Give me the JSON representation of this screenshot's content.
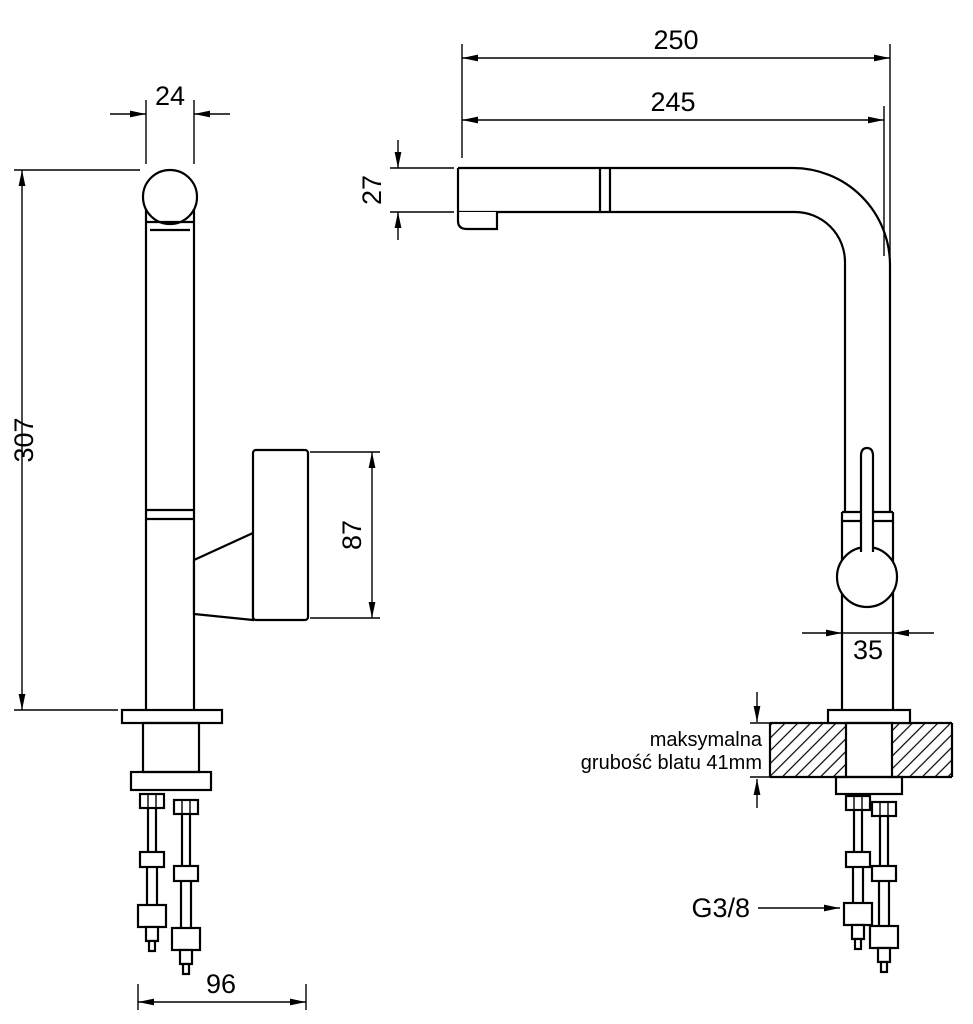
{
  "drawing": {
    "left_view": {
      "spout_width_mm": "24",
      "total_height_mm": "307",
      "handle_length_mm": "87",
      "base_depth_mm": "96"
    },
    "right_view": {
      "overall_reach_mm": "250",
      "spout_reach_mm": "245",
      "spout_height_mm": "27",
      "body_width_mm": "35",
      "thread_label": "G3/8",
      "counter_note_line1": "maksymalna",
      "counter_note_line2": "grubość blatu 41mm"
    }
  }
}
